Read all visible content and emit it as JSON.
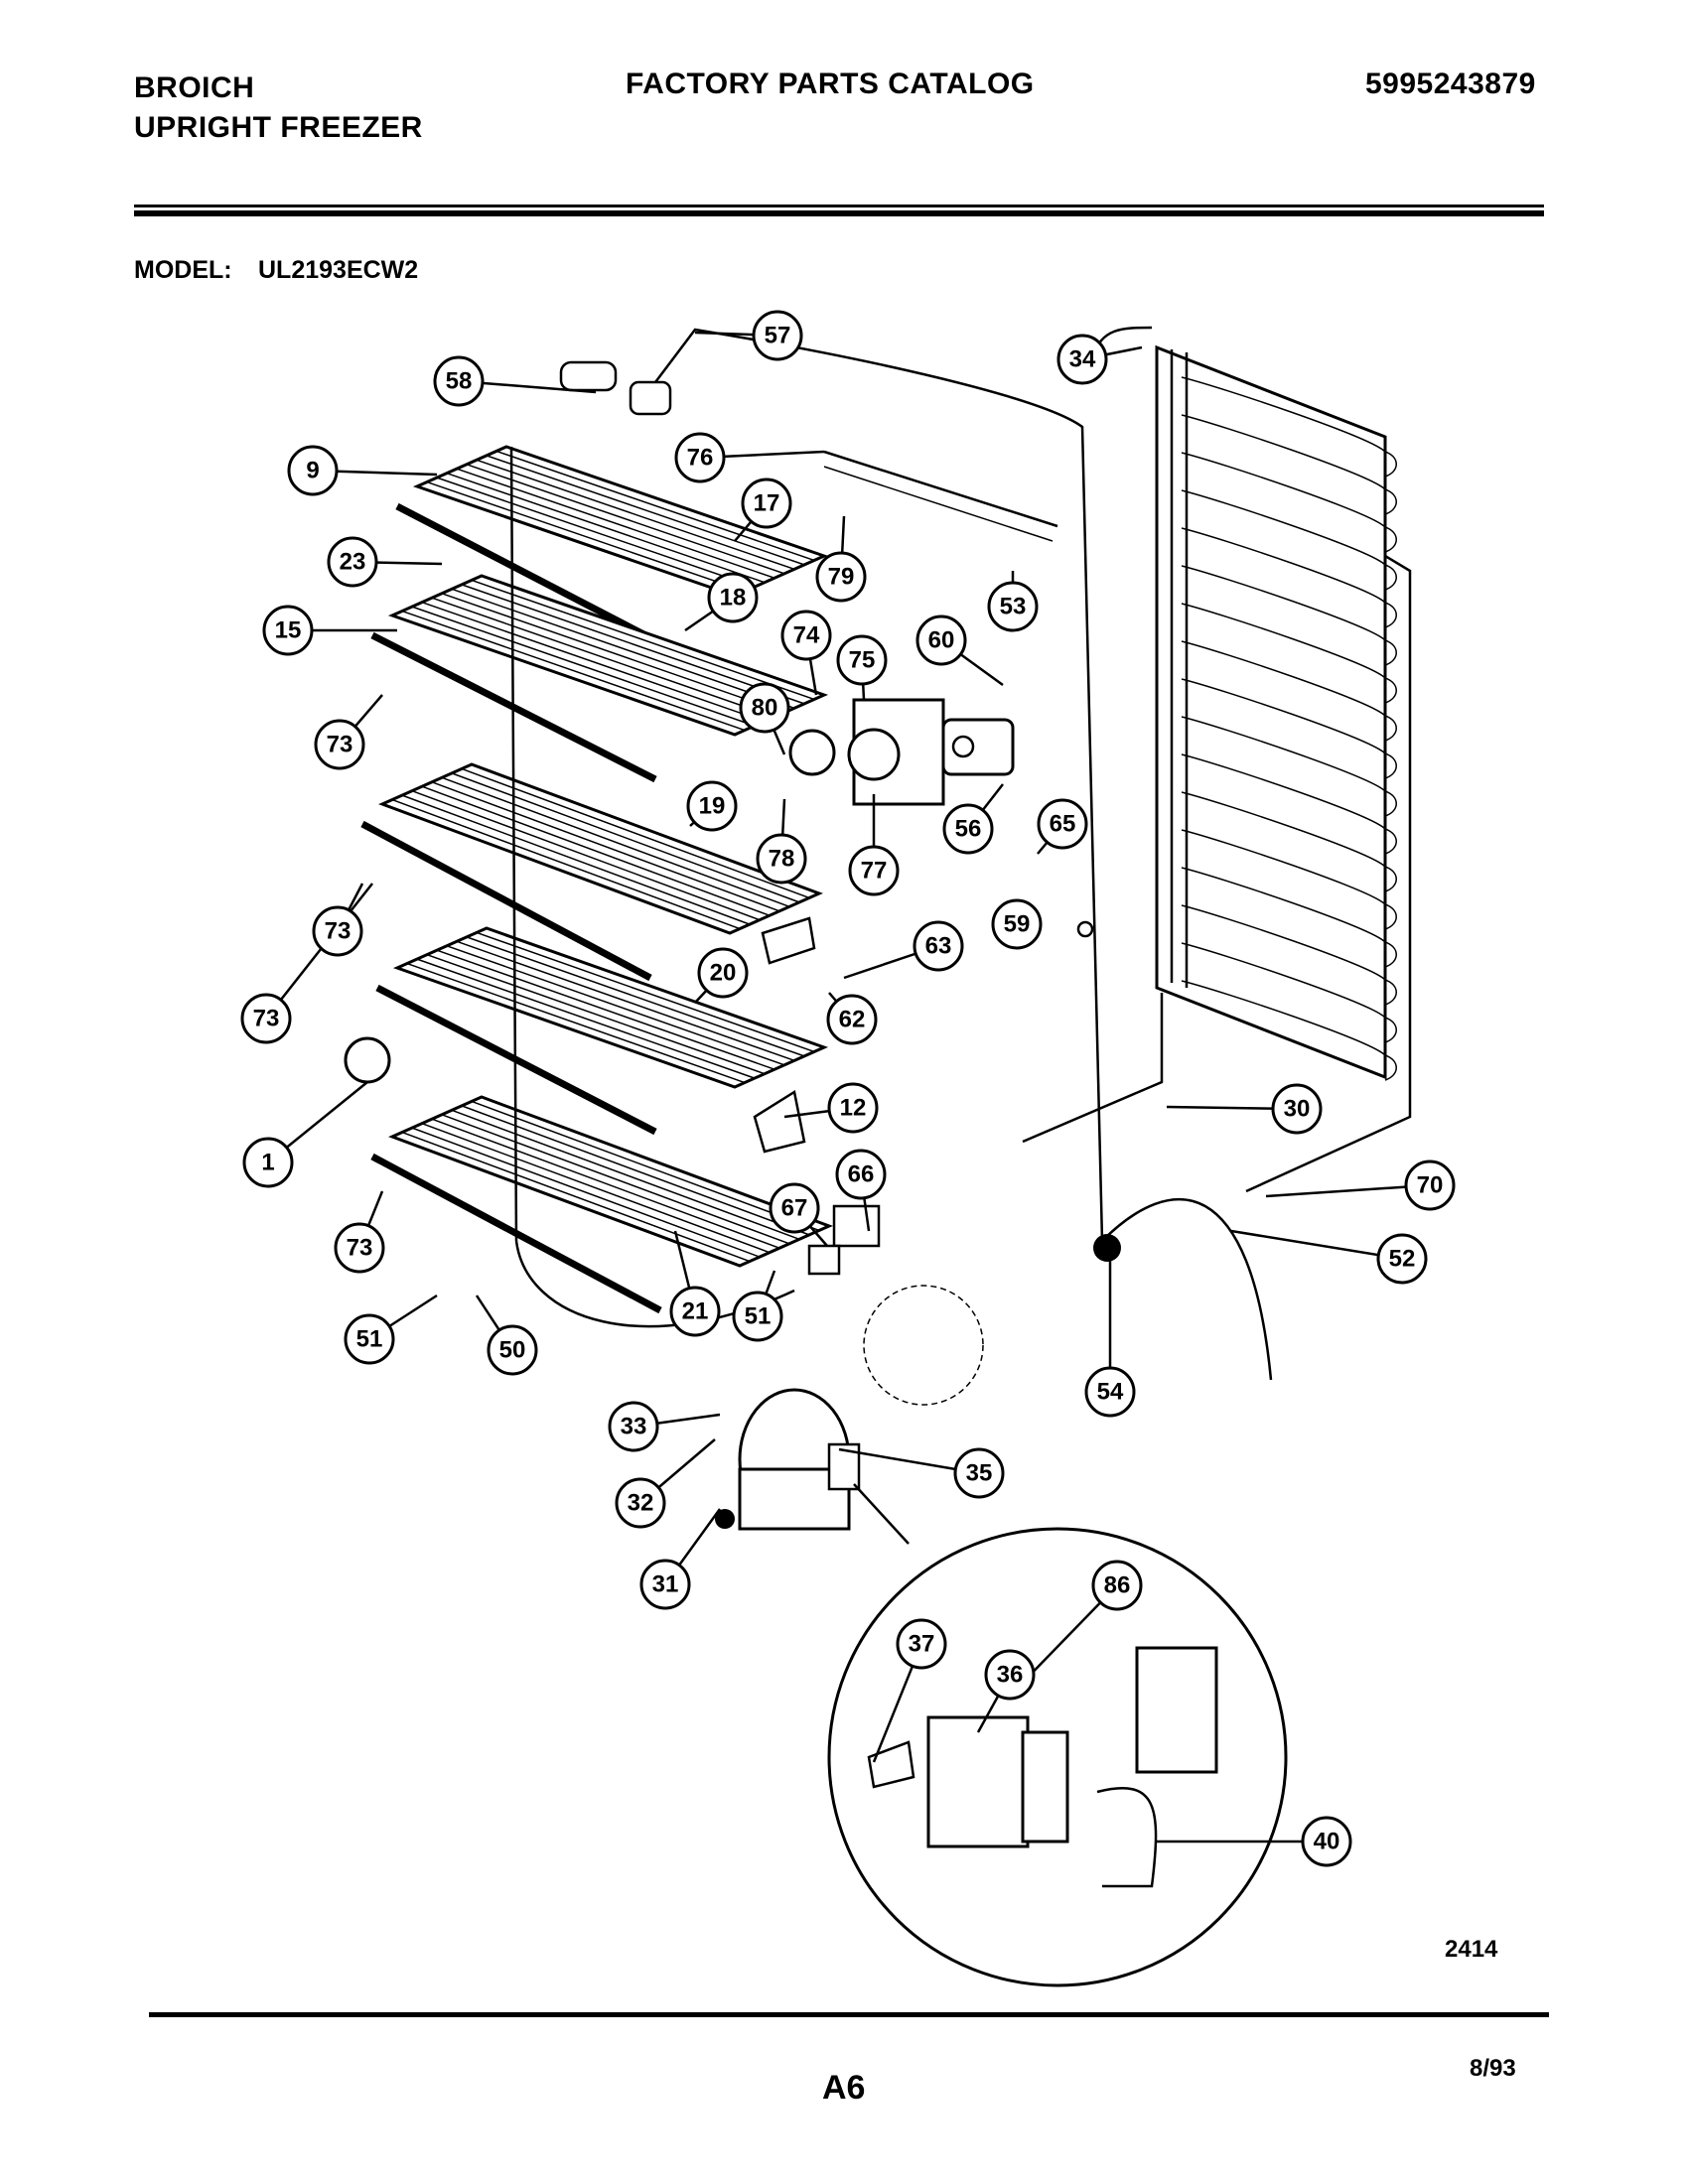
{
  "header": {
    "brand": "BROICH",
    "product": "UPRIGHT FREEZER",
    "catalog_title": "FACTORY PARTS CATALOG",
    "part_number": "5995243879"
  },
  "model": {
    "label": "MODEL:",
    "value": "UL2193ECW2"
  },
  "diagram": {
    "callouts": [
      "57",
      "58",
      "34",
      "9",
      "76",
      "17",
      "23",
      "79",
      "18",
      "15",
      "53",
      "74",
      "75",
      "60",
      "73",
      "80",
      "19",
      "78",
      "56",
      "65",
      "77",
      "73",
      "59",
      "63",
      "62",
      "20",
      "73",
      "30",
      "1",
      "12",
      "66",
      "70",
      "67",
      "52",
      "73",
      "51",
      "21",
      "51",
      "50",
      "54",
      "33",
      "35",
      "32",
      "31",
      "86",
      "37",
      "36",
      "40"
    ],
    "diagram_number": "2414"
  },
  "footer": {
    "page_id": "A6",
    "date": "8/93"
  }
}
